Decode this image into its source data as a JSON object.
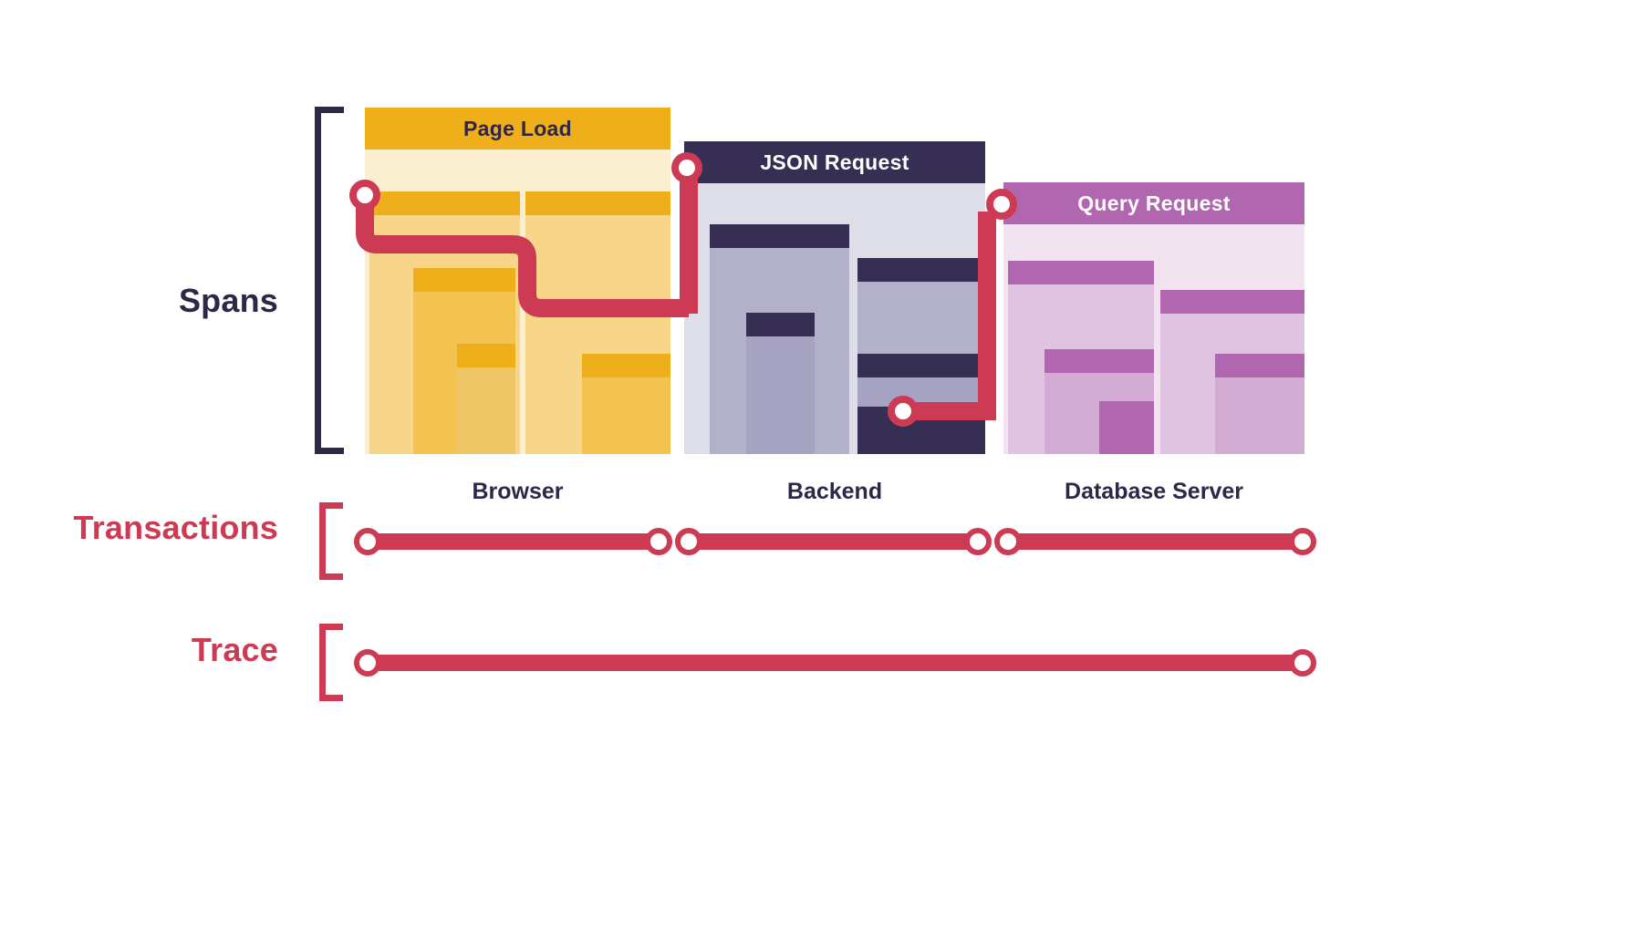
{
  "diagram": {
    "title": "Distributed tracing: spans, transactions, trace",
    "background": "#ffffff"
  },
  "colors": {
    "ink": "#2F2648",
    "accent_red": "#CC3A53",
    "browser_header": "#EFAF1A",
    "browser_body": "#FBEFD2",
    "browser_bar": "#F9E0A8",
    "backend_header": "#372E54",
    "backend_body": "#DEDEE8",
    "backend_bar": "#C4C2D6",
    "database_header": "#B167AF",
    "database_body": "#F2E3F1",
    "database_bar": "#E7D1E7"
  },
  "rows": {
    "spans_label": "Spans",
    "transactions_label": "Transactions",
    "trace_label": "Trace"
  },
  "services": [
    {
      "id": "browser",
      "transaction_name": "Page Load",
      "caption": "Browser",
      "header_text_color": "#2F2648",
      "spans": [
        {
          "name": "browser-span-1",
          "depth": 1
        },
        {
          "name": "browser-span-1-1",
          "depth": 2
        },
        {
          "name": "browser-span-1-1-1",
          "depth": 3
        },
        {
          "name": "browser-span-2",
          "depth": 1
        },
        {
          "name": "browser-span-2-1",
          "depth": 2
        }
      ]
    },
    {
      "id": "backend",
      "transaction_name": "JSON Request",
      "caption": "Backend",
      "header_text_color": "#ffffff",
      "spans": [
        {
          "name": "backend-span-1",
          "depth": 1
        },
        {
          "name": "backend-span-1-1",
          "depth": 2
        },
        {
          "name": "backend-span-2",
          "depth": 1
        },
        {
          "name": "backend-span-2-1",
          "depth": 2
        }
      ]
    },
    {
      "id": "database",
      "transaction_name": "Query Request",
      "caption": "Database Server",
      "header_text_color": "#ffffff",
      "spans": [
        {
          "name": "db-span-1",
          "depth": 1
        },
        {
          "name": "db-span-1-1",
          "depth": 2
        },
        {
          "name": "db-span-2",
          "depth": 1
        },
        {
          "name": "db-span-2-1",
          "depth": 2
        }
      ]
    }
  ],
  "connectors": [
    {
      "name": "browser-to-backend",
      "from": "browser-span-1",
      "to": "JSON Request"
    },
    {
      "name": "backend-to-database",
      "from": "backend-span-2-1",
      "to": "Query Request"
    }
  ],
  "transactions_timeline": {
    "segments": [
      {
        "name": "transaction-segment-browser"
      },
      {
        "name": "transaction-segment-backend"
      },
      {
        "name": "transaction-segment-database"
      }
    ],
    "node_count": 6
  },
  "trace_timeline": {
    "segments": [
      {
        "name": "trace-segment-full"
      }
    ],
    "node_count": 2
  }
}
